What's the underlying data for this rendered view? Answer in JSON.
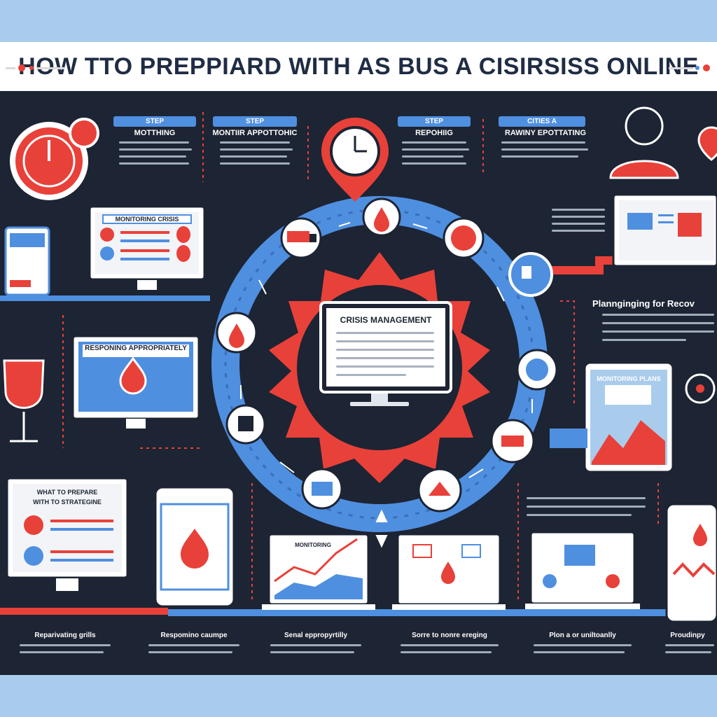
{
  "title": "HOW TTO PREPPIARD WITH AS BUS A CISIRSISS ONLINE",
  "colors": {
    "red": "#e8413a",
    "blue": "#4f8fe0",
    "navy": "#1d2433",
    "light_blue": "#a9ccec",
    "white": "#ffffff"
  },
  "top_steps": [
    {
      "tag": "STEP",
      "label": "MOTTHING"
    },
    {
      "tag": "STEP",
      "label": "MONTIIR APPOTTOHIC"
    },
    {
      "tag": "STEP",
      "label": "REPOHIIG"
    },
    {
      "tag": "CITIES A",
      "label": "RAWINY EPOTTATING"
    }
  ],
  "center": {
    "screen_label": "CRISIS MANAGEMENT"
  },
  "left_screens": [
    {
      "label": "MONITORING CRISIS"
    },
    {
      "label": "RESPONING APPROPRIATELY"
    }
  ],
  "right_heading": "Plannginging for Recov",
  "right_tablet_label": "MONITORING PLANS",
  "bottom_left_monitor": {
    "line1": "WHAT TO PREPARE",
    "line2": "WITH TO STRATEGINE"
  },
  "bottom_laptop_label": "MONITORING",
  "bottom_captions": [
    "Reparivating grills",
    "Respomino caumpe",
    "Senal eppropyrtilly",
    "Sorre to nonre ereging",
    "Plon a or uniltoanlly",
    "Proudinpy"
  ],
  "icons": [
    "stopwatch-icon",
    "clock-icon",
    "person-icon",
    "location-pin-icon",
    "drop-icon",
    "truck-icon",
    "globe-icon",
    "house-icon",
    "chart-icon",
    "lock-icon"
  ]
}
